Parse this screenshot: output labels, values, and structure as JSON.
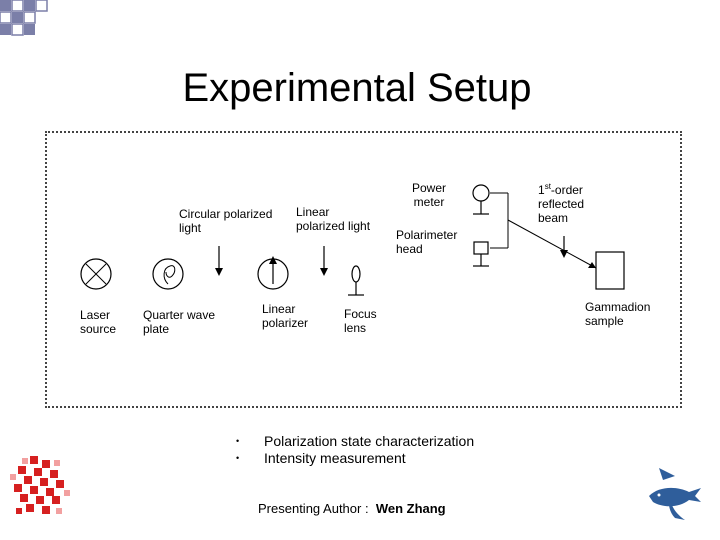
{
  "slide": {
    "title": "Experimental Setup"
  },
  "diagram": {
    "labels": {
      "laser_source": [
        "Laser",
        "source"
      ],
      "quarter_wave_plate": [
        "Quarter wave",
        "plate"
      ],
      "circular_polarized_light": [
        "Circular polarized",
        "light"
      ],
      "linear_polarizer": [
        "Linear",
        "polarizer"
      ],
      "linear_polarized_light": [
        "Linear",
        "polarized light"
      ],
      "focus_lens": [
        "Focus",
        "lens"
      ],
      "power_meter": [
        "Power",
        "meter"
      ],
      "polarimeter_head": [
        "Polarimeter",
        "head"
      ],
      "reflected_beam_prefix": "1",
      "reflected_beam_sup": "st",
      "reflected_beam_rest": [
        "-order",
        "reflected",
        "beam"
      ],
      "gammadion_sample": [
        "Gammadion",
        "sample"
      ]
    }
  },
  "bullets": [
    "Polarization state characterization",
    "Intensity measurement"
  ],
  "bullet_glyph": "•",
  "footer": {
    "author_prefix": "Presenting Author :",
    "author_name": "Wen Zhang"
  },
  "icons": {
    "top_left": "checkered-squares-icon",
    "bottom_left": "pixel-logo-icon",
    "bottom_right": "dolphin-logo-icon"
  },
  "colors": {
    "squares": "#7b7fa8",
    "logo_red": "#d62020",
    "dolphin": "#2f5e9b"
  }
}
